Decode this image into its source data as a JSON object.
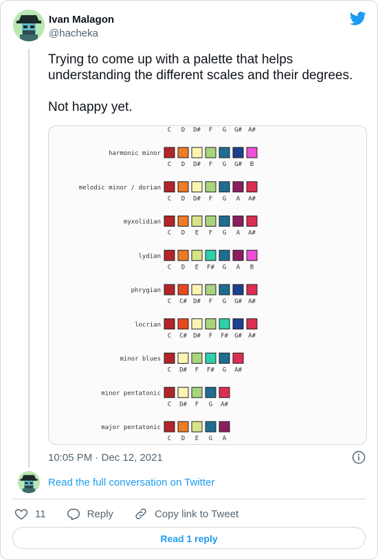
{
  "author": {
    "name": "Ivan Malagon",
    "handle": "@hacheka"
  },
  "tweet": {
    "lines": [
      "Trying to come up with a palette that helps understanding the different scales and their degrees.",
      "Not happy yet."
    ]
  },
  "header_notes": [
    "C",
    "D",
    "D#",
    "F",
    "G",
    "G#",
    "A#"
  ],
  "scales": [
    {
      "name": "harmonic minor",
      "colors": [
        "#b3252a",
        "#ee7b25",
        "#fbf4b2",
        "#a9d47e",
        "#1f6e91",
        "#1c3f8f",
        "#ee4fd6"
      ],
      "notes": [
        "C",
        "D",
        "D#",
        "F",
        "G",
        "G#",
        "B"
      ]
    },
    {
      "name": "melodic minor / dorian",
      "colors": [
        "#b3252a",
        "#ee7b25",
        "#fbf4b2",
        "#a9d47e",
        "#1f6e91",
        "#8a1f5e",
        "#dc2e53"
      ],
      "notes": [
        "C",
        "D",
        "D#",
        "F",
        "G",
        "A",
        "A#"
      ]
    },
    {
      "name": "myxolidian",
      "colors": [
        "#b3252a",
        "#ee7b25",
        "#d8e286",
        "#a9d47e",
        "#1f6e91",
        "#8a1f5e",
        "#dc2e53"
      ],
      "notes": [
        "C",
        "D",
        "E",
        "F",
        "G",
        "A",
        "A#"
      ]
    },
    {
      "name": "lydian",
      "colors": [
        "#b3252a",
        "#ee7b25",
        "#d8e286",
        "#2dd0a8",
        "#1f6e91",
        "#8a1f5e",
        "#ee4fd6"
      ],
      "notes": [
        "C",
        "D",
        "E",
        "F#",
        "G",
        "A",
        "B"
      ]
    },
    {
      "name": "phrygian",
      "colors": [
        "#b3252a",
        "#e8491e",
        "#fbf4b2",
        "#a9d47e",
        "#1f6e91",
        "#1c3f8f",
        "#dc2e53"
      ],
      "notes": [
        "C",
        "C#",
        "D#",
        "F",
        "G",
        "G#",
        "A#"
      ]
    },
    {
      "name": "locrian",
      "colors": [
        "#b3252a",
        "#e8491e",
        "#fbf4b2",
        "#a9d47e",
        "#2dd0a8",
        "#1c3f8f",
        "#dc2e53"
      ],
      "notes": [
        "C",
        "C#",
        "D#",
        "F",
        "F#",
        "G#",
        "A#"
      ]
    },
    {
      "name": "minor blues",
      "colors": [
        "#b3252a",
        "#fbf4b2",
        "#a9d47e",
        "#2dd0a8",
        "#1f6e91",
        "#dc2e53"
      ],
      "notes": [
        "C",
        "D#",
        "F",
        "F#",
        "G",
        "A#"
      ]
    },
    {
      "name": "minor pentatonic",
      "colors": [
        "#b3252a",
        "#fbf4b2",
        "#a9d47e",
        "#1f6e91",
        "#dc2e53"
      ],
      "notes": [
        "C",
        "D#",
        "F",
        "G",
        "A#"
      ]
    },
    {
      "name": "major pentatonic",
      "colors": [
        "#b3252a",
        "#ee7b25",
        "#d8e286",
        "#1f6e91",
        "#8a1f5e"
      ],
      "notes": [
        "C",
        "D",
        "E",
        "G",
        "A"
      ]
    }
  ],
  "meta": {
    "timestamp": "10:05 PM · Dec 12, 2021"
  },
  "conversation": {
    "label": "Read the full conversation on Twitter"
  },
  "actions": {
    "likes": "11",
    "reply": "Reply",
    "copy_link": "Copy link to Tweet"
  },
  "read_reply": {
    "label": "Read 1 reply"
  },
  "colors": {
    "accent": "#1d9bf0",
    "muted": "#536471",
    "border": "#cfd9de"
  },
  "icons": [
    "avatar-icon",
    "twitter-bird-icon",
    "info-icon",
    "heart-icon",
    "reply-icon",
    "link-icon"
  ]
}
